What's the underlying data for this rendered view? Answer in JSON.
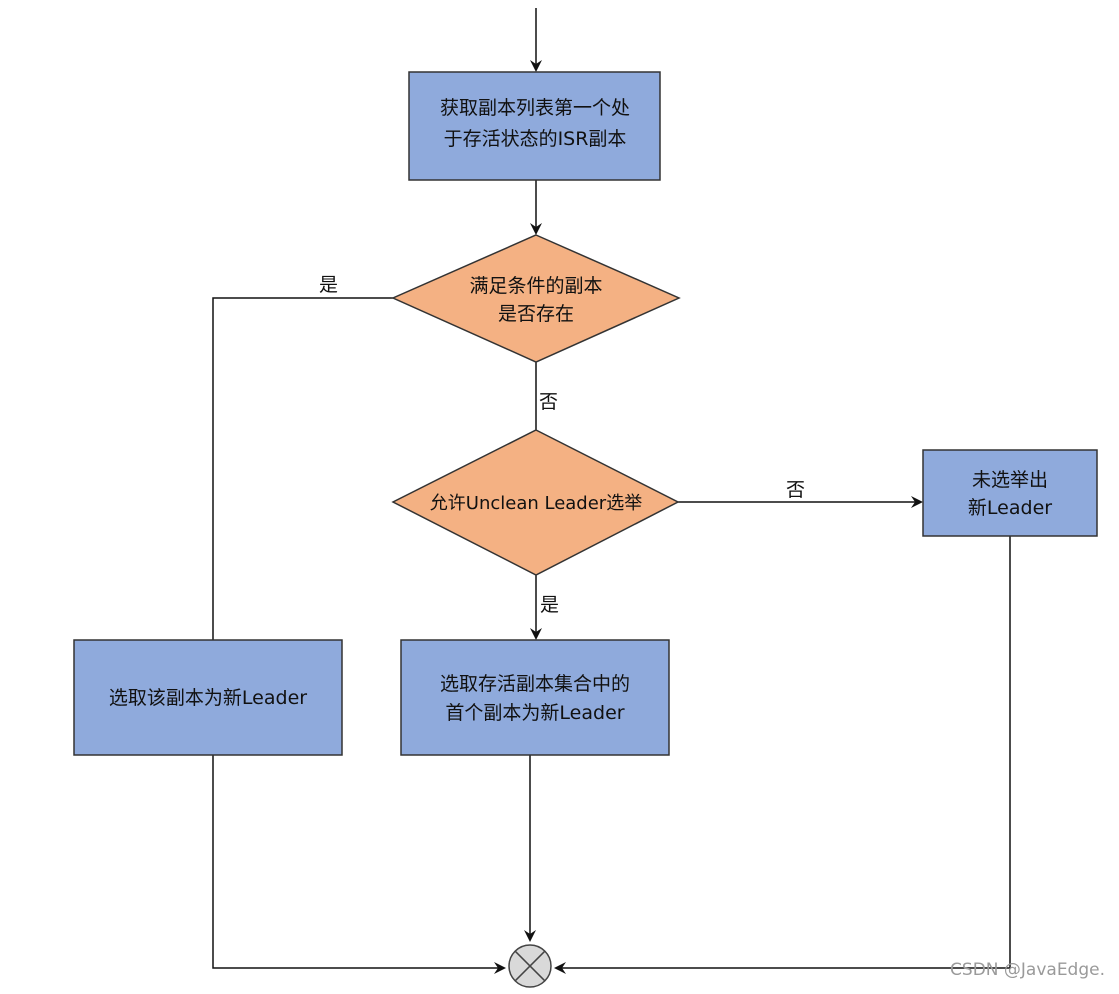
{
  "nodes": {
    "fetch_first_isr": {
      "lines": [
        "获取副本列表第一个处",
        "于存活状态的ISR副本"
      ]
    },
    "replica_exists": {
      "lines": [
        "满足条件的副本",
        "是否存在"
      ]
    },
    "allow_unclean": {
      "lines": [
        "允许Unclean Leader选举"
      ]
    },
    "no_leader": {
      "lines": [
        "未选举出",
        "新Leader"
      ]
    },
    "choose_replica": {
      "lines": [
        "选取该副本为新Leader"
      ]
    },
    "choose_first_alive": {
      "lines": [
        "选取存活副本集合中的",
        "首个副本为新Leader"
      ]
    }
  },
  "edge_labels": {
    "exists_yes": "是",
    "exists_no": "否",
    "unclean_no": "否",
    "unclean_yes": "是"
  },
  "watermark": "CSDN @JavaEdge."
}
